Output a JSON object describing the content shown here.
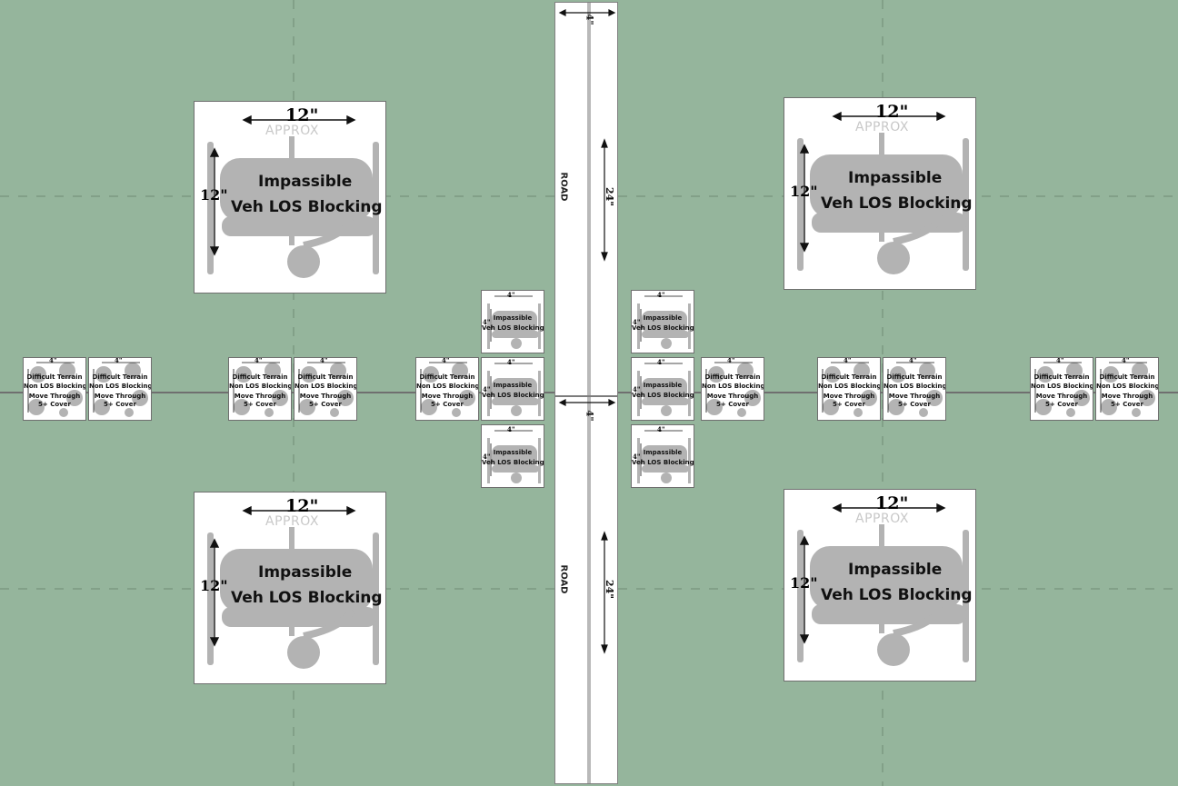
{
  "map": {
    "background_color": "#95b59c",
    "road": {
      "label": "ROAD",
      "width_label": "4\"",
      "length_label": "24\""
    },
    "big_tiles": [
      {
        "id": "nw",
        "size_label": "12\"",
        "approx": "APPROX",
        "side_label": "12\"",
        "line1": "Impassible",
        "line2": "Veh LOS Blocking"
      },
      {
        "id": "ne",
        "size_label": "12\"",
        "approx": "APPROX",
        "side_label": "12\"",
        "line1": "Impassible",
        "line2": "Veh LOS Blocking"
      },
      {
        "id": "sw",
        "size_label": "12\"",
        "approx": "APPROX",
        "side_label": "12\"",
        "line1": "Impassible",
        "line2": "Veh LOS Blocking"
      },
      {
        "id": "se",
        "size_label": "12\"",
        "approx": "APPROX",
        "side_label": "12\"",
        "line1": "Impassible",
        "line2": "Veh LOS Blocking"
      }
    ],
    "impassible_small": {
      "dim": "4\"",
      "line1": "Impassible",
      "line2": "Veh LOS Blocking"
    },
    "difficult_small": {
      "dim": "4\"",
      "line1": "Difficult Terrain",
      "line2": "Non LOS Blocking",
      "line3": "Move Through",
      "line4": "5+ Cover"
    }
  }
}
